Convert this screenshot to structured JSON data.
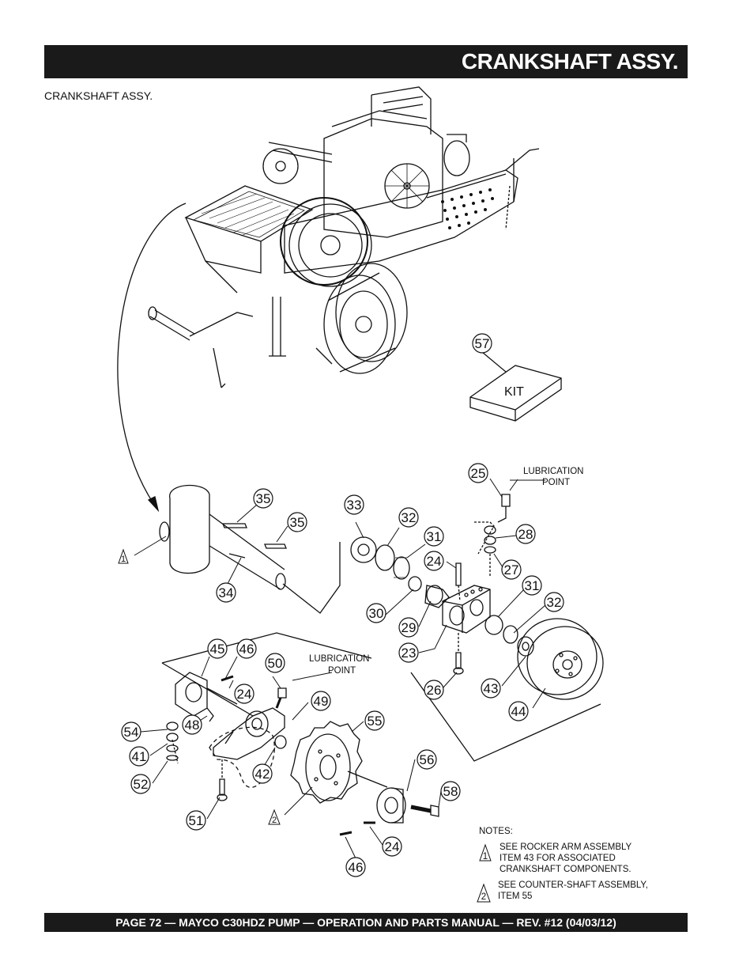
{
  "header": {
    "title": "CRANKSHAFT ASSY."
  },
  "subtitle": "CRANKSHAFT ASSY.",
  "kit_label": "KIT",
  "lubrication_label_1": [
    "LUBRICATION",
    "POINT"
  ],
  "lubrication_label_2": [
    "LUBRICATION",
    "POINT"
  ],
  "callouts": [
    "57",
    "25",
    "28",
    "27",
    "35",
    "35",
    "33",
    "32",
    "31",
    "24",
    "34",
    "30",
    "29",
    "23",
    "31",
    "32",
    "43",
    "44",
    "26",
    "45",
    "46",
    "50",
    "24",
    "49",
    "54",
    "48",
    "41",
    "52",
    "42",
    "55",
    "56",
    "58",
    "51",
    "24",
    "46"
  ],
  "triangle_markers": [
    "1",
    "2"
  ],
  "notes": {
    "heading": "NOTES:",
    "items": [
      {
        "marker": "1",
        "lines": [
          "SEE ROCKER ARM  ASSEMBLY",
          "ITEM 43 FOR  ASSOCIATED",
          "CRANKSHAFT COMPONENTS."
        ]
      },
      {
        "marker": "2",
        "lines": [
          "SEE COUNTER-SHAFT  ASSEMBLY,",
          "ITEM 55"
        ]
      }
    ]
  },
  "footer": {
    "text": "PAGE 72 — MAYCO C30HDZ PUMP — OPERATION AND PARTS MANUAL — REV. #12 (04/03/12)"
  }
}
